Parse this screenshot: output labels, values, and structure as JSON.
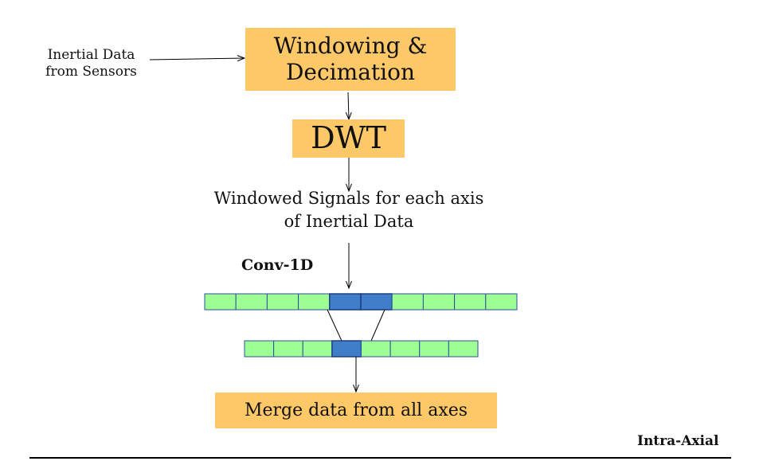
{
  "colors": {
    "box_fill": "#FDC868",
    "cell_fill": "#9CFE93",
    "cell_stroke": "#2F4F9F",
    "highlight_fill": "#3F7FC9",
    "highlight_stroke": "#1F3F80",
    "line": "#000000"
  },
  "nodes": {
    "input": {
      "line1": "Inertial Data",
      "line2": "from Sensors"
    },
    "windowing": {
      "line1": "Windowing &",
      "line2": "Decimation"
    },
    "dwt": {
      "label": "DWT"
    },
    "signals": {
      "line1": "Windowed Signals for each axis",
      "line2": "of Inertial Data"
    },
    "conv": {
      "label": "Conv-1D"
    },
    "merge": {
      "label": "Merge data from all axes"
    }
  },
  "feature_maps": {
    "input_cells": 10,
    "input_highlight": [
      4,
      5
    ],
    "output_cells": 8,
    "output_highlight": [
      3
    ]
  },
  "footer": {
    "label": "Intra-Axial"
  }
}
